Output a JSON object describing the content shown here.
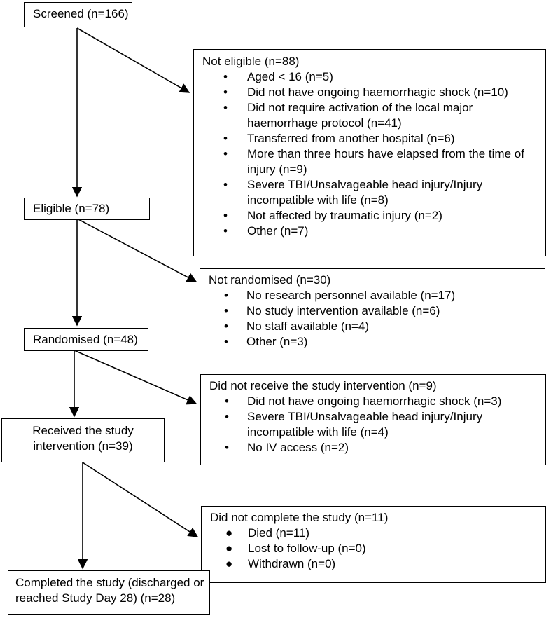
{
  "screened": {
    "label": "Screened (n=166)"
  },
  "not_eligible": {
    "title": "Not eligible (n=88)",
    "items": [
      "Aged < 16 (n=5)",
      "Did not have ongoing haemorrhagic shock (n=10)",
      "Did not require activation of the local major haemorrhage protocol (n=41)",
      "Transferred from another hospital (n=6)",
      "More than three hours have elapsed from the time of injury (n=9)",
      "Severe TBI/Unsalvageable head injury/Injury incompatible with life (n=8)",
      "Not affected by traumatic injury (n=2)",
      "Other (n=7)"
    ]
  },
  "eligible": {
    "label": "Eligible (n=78)"
  },
  "not_randomised": {
    "title": "Not randomised (n=30)",
    "items": [
      "No research personnel available (n=17)",
      "No study intervention available (n=6)",
      "No staff available (n=4)",
      "Other (n=3)"
    ]
  },
  "randomised": {
    "label": "Randomised (n=48)"
  },
  "not_received": {
    "title": "Did not receive the study intervention (n=9)",
    "items": [
      "Did not have ongoing haemorrhagic shock (n=3)",
      "Severe TBI/Unsalvageable head injury/Injury incompatible with life (n=4)",
      "No IV access (n=2)"
    ]
  },
  "received": {
    "label": "Received the study intervention (n=39)"
  },
  "not_completed": {
    "title": "Did not complete the study (n=11)",
    "items": [
      "Died (n=11)",
      "Lost to follow-up (n=0)",
      "Withdrawn (n=0)"
    ]
  },
  "completed": {
    "label": "Completed the study (discharged or reached Study Day 28) (n=28)"
  }
}
